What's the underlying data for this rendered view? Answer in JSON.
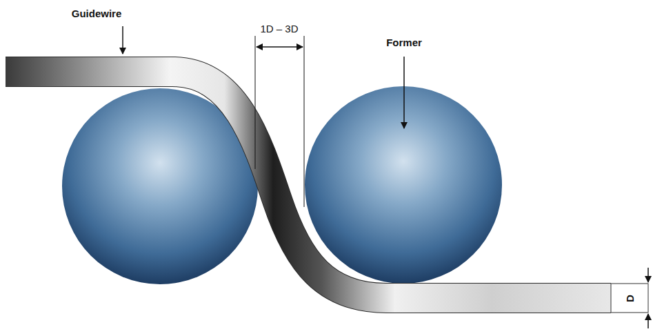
{
  "diagram": {
    "labels": [
      "Guidewire",
      "1D – 3D",
      "Former",
      "D"
    ]
  }
}
